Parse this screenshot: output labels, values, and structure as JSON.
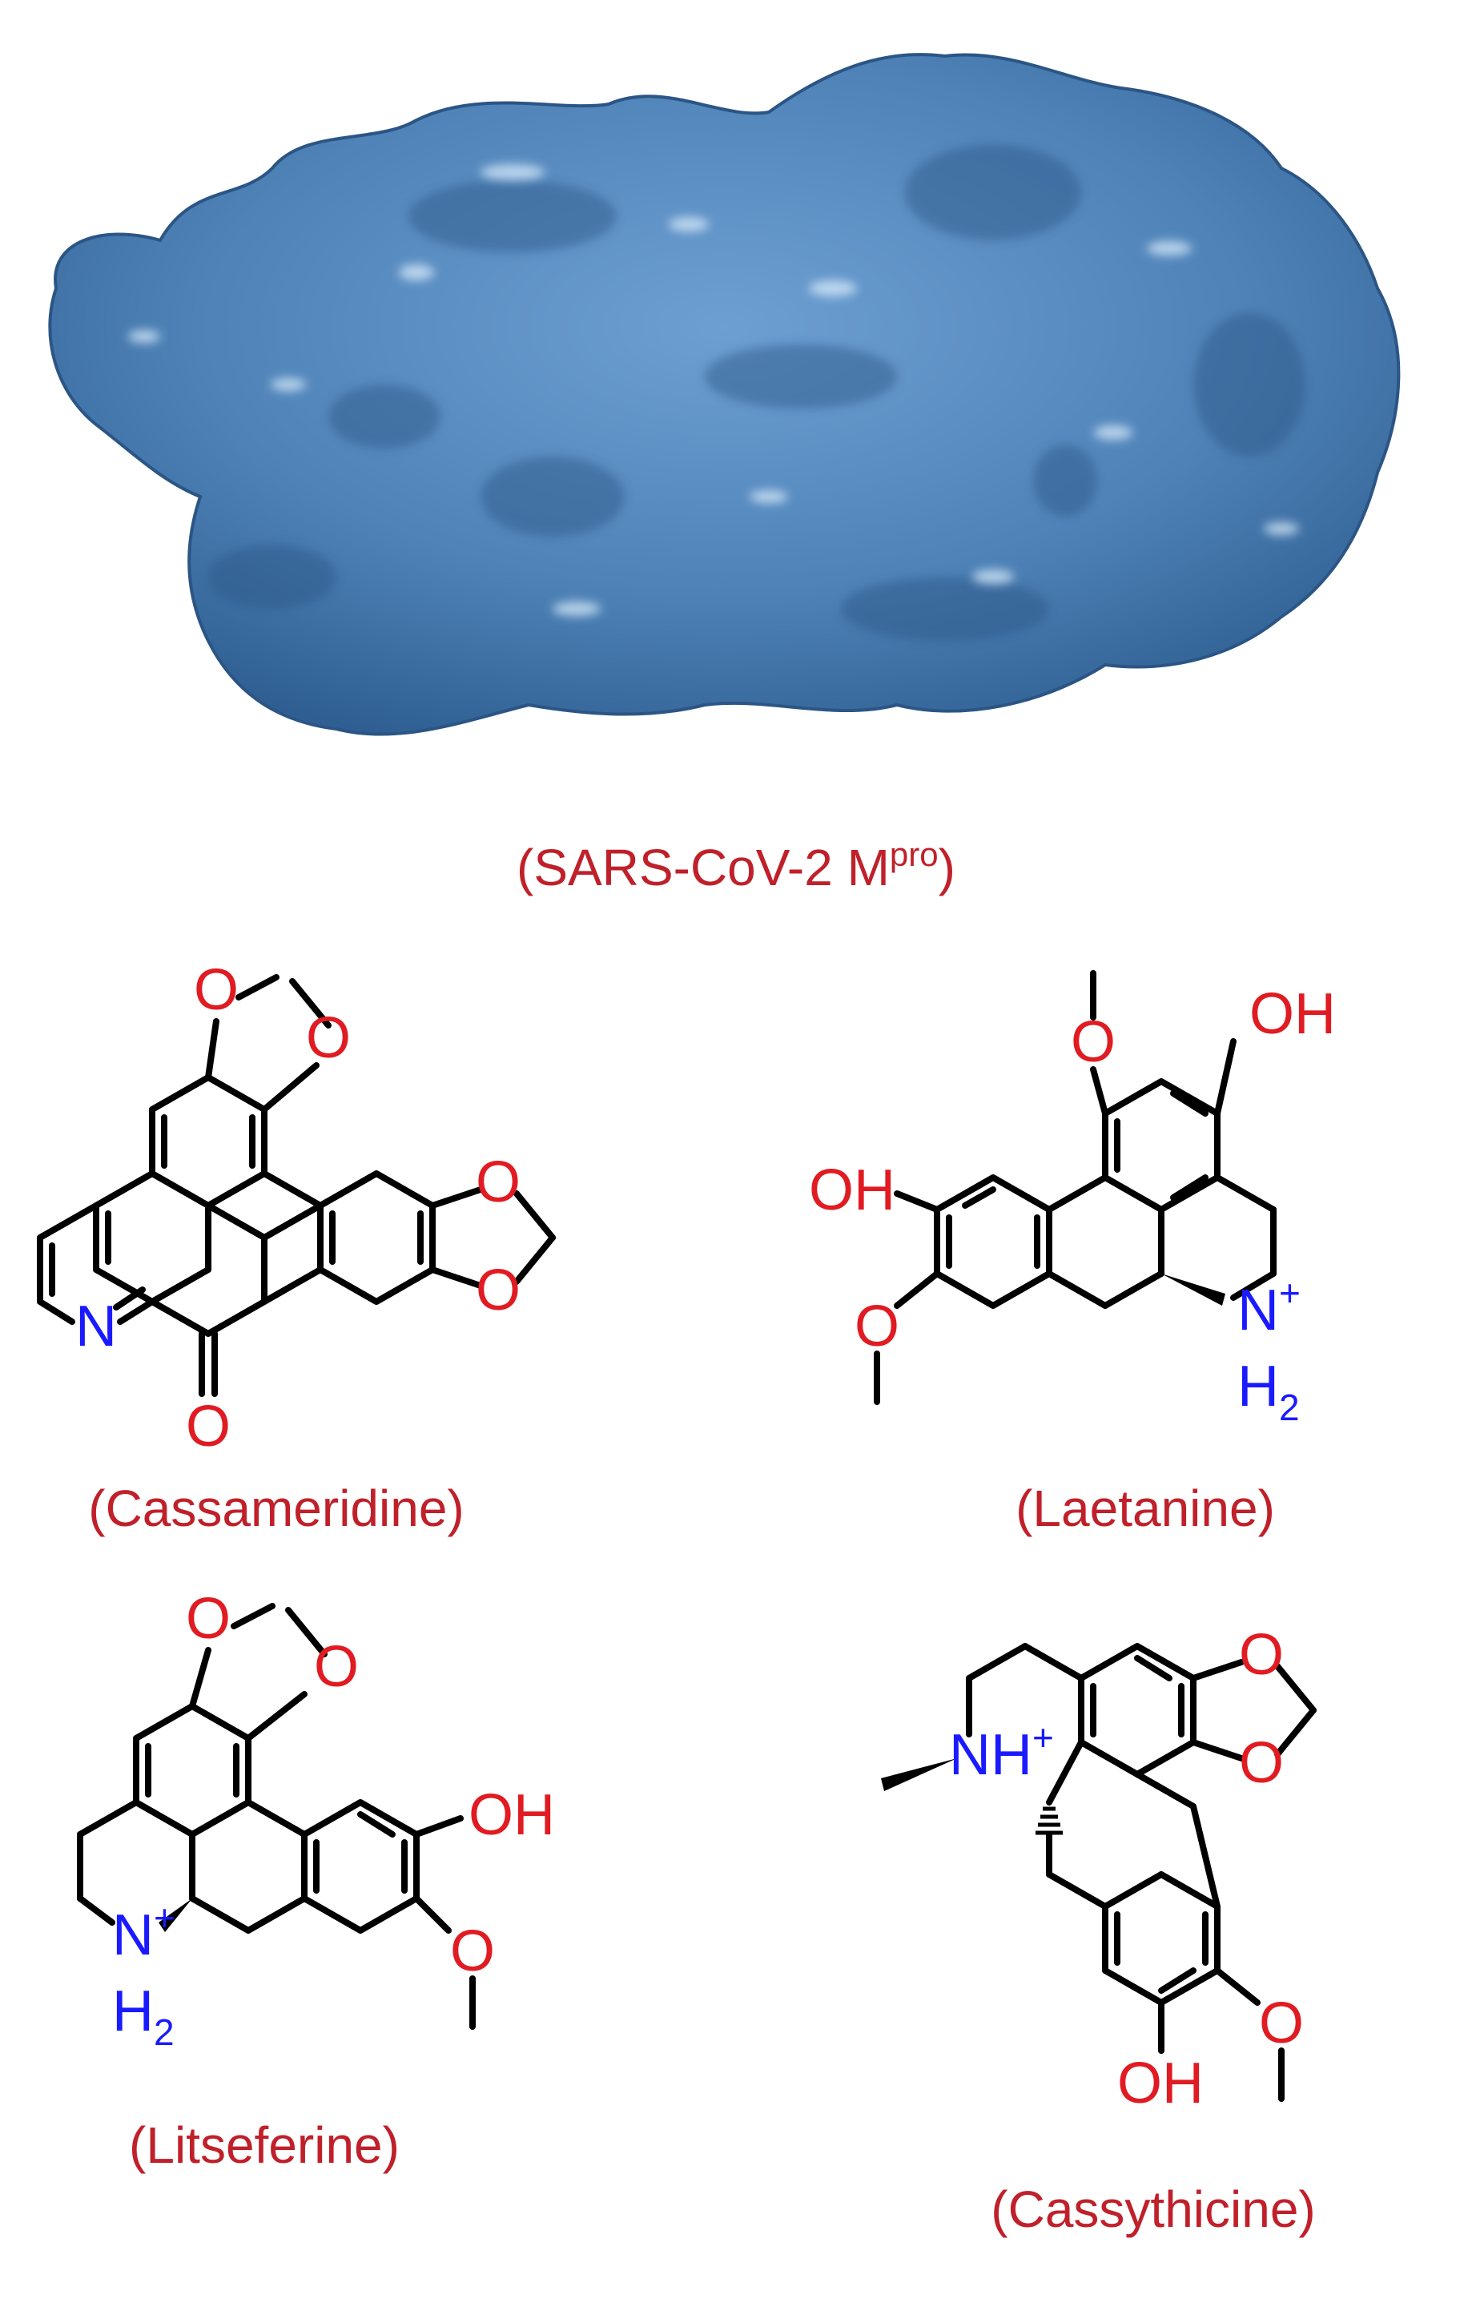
{
  "protein": {
    "caption": "(SARS-CoV-2 M",
    "caption_sup": "pro",
    "caption_end": ")",
    "surface_color": "#4f83b8",
    "highlight_color": "#d9ecfb",
    "shadow_color": "#2b5585"
  },
  "atoms": {
    "O": "O",
    "N": "N",
    "OH": "OH",
    "NH": "NH",
    "H": "H",
    "sub2": "2",
    "plus": "+"
  },
  "colors": {
    "oxygen": "#e11b22",
    "nitrogen": "#1a1aff",
    "caption": "#c0202a",
    "bond": "#000000"
  },
  "molecules": {
    "cassameridine": {
      "caption": "(Cassameridine)"
    },
    "laetanine": {
      "caption": "(Laetanine)"
    },
    "litseferine": {
      "caption": "(Litseferine)"
    },
    "cassythicine": {
      "caption": "(Cassythicine)"
    }
  }
}
